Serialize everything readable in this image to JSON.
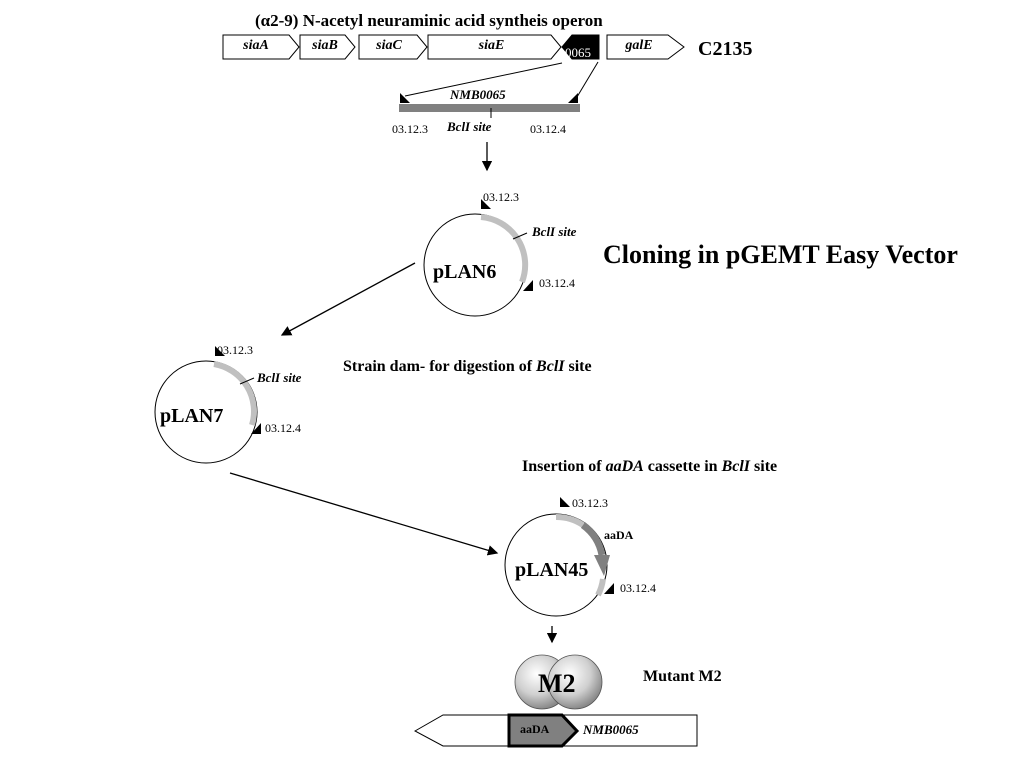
{
  "operon": {
    "title": "(α2-9) N-acetyl neuraminic acid syntheis operon",
    "strain": "C2135",
    "genes": [
      "siaA",
      "siaB",
      "siaC",
      "siaE",
      "0065",
      "galE"
    ]
  },
  "pcr": {
    "gene": "NMB0065",
    "site": "BclI site",
    "primer_fwd": "03.12.3",
    "primer_rev": "03.12.4"
  },
  "steps": {
    "cloning": "Cloning in pGEMT Easy Vector",
    "dam_prefix": "Strain dam- for digestion of ",
    "dam_italic": "BclI",
    "dam_suffix": " site",
    "insert_prefix": "Insertion of ",
    "insert_italic1": "aaDA",
    "insert_mid": " cassette in ",
    "insert_italic2": "BclI",
    "insert_suffix": " site"
  },
  "plasmids": {
    "p1": "pLAN6",
    "p2": "pLAN7",
    "p3": "pLAN45",
    "cassette": "aaDA"
  },
  "mutant": {
    "label": "M2",
    "title": "Mutant M2",
    "cassette": "aaDA",
    "gene": "NMB0065"
  },
  "colors": {
    "insert_gray": "#c0c0c0",
    "bar_gray": "#808080",
    "cassette_gray": "#808080",
    "gene_fill": "#ffffff",
    "black": "#000000"
  }
}
